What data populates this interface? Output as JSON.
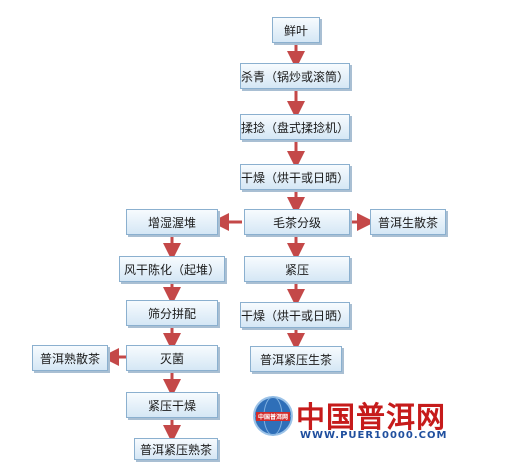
{
  "nodes": {
    "fresh_leaf": "鲜叶",
    "kill_green": "杀青（锅炒或滚筒）",
    "rolling": "揉捻（盘式揉捻机）",
    "drying_1": "干燥（烘干或日晒）",
    "maocha_grading": "毛茶分级",
    "puer_raw_loose": "普洱生散茶",
    "wet_piling": "增湿渥堆",
    "air_drying_aging": "风干陈化（起堆）",
    "sieve_blend": "筛分拼配",
    "puer_ripe_loose": "普洱熟散茶",
    "sterilize": "灭菌",
    "press_dry": "紧压干燥",
    "puer_pressed_ripe": "普洱紧压熟茶",
    "press": "紧压",
    "drying_2": "干燥（烘干或日晒）",
    "puer_pressed_raw": "普洱紧压生茶"
  },
  "watermark": {
    "logo_text": "中国普洱网",
    "title": "中国普洱网",
    "url": "WWW.PUER10000.COM"
  },
  "colors": {
    "arrow": "#c44848",
    "box_border": "#8bb0cf",
    "brand_red": "#c61b1b",
    "brand_blue": "#1f4f9e"
  }
}
